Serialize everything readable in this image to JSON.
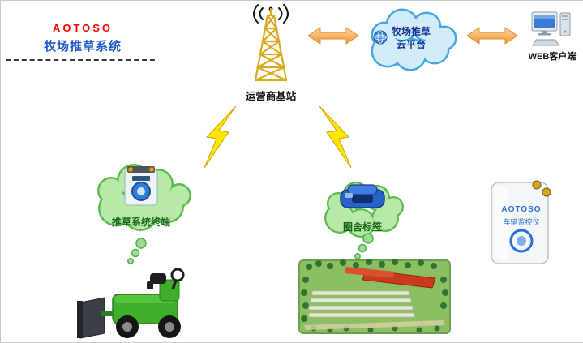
{
  "header": {
    "brand": "AOTOSO",
    "title": "牧场推草系统"
  },
  "top": {
    "base_station": {
      "label": "运营商基站"
    },
    "cloud": {
      "line1": "牧场推草",
      "line2": "云平台"
    },
    "web_client": {
      "label": "WEB客户端"
    }
  },
  "middle": {
    "terminal": {
      "label": "推草系统终端"
    },
    "pen_tag": {
      "label": "圈舍标签"
    },
    "vehicle_monitor": {
      "brand": "AOTOSO",
      "label": "车辆监控仪"
    }
  },
  "icons": {
    "base_station": "cell-tower",
    "cloud_platform": "cloud",
    "globe": "globe",
    "web_client": "desktop-computer",
    "link": "double-arrow",
    "wireless_link": "lightning-bolt",
    "thought_trail": "dots"
  },
  "colors": {
    "brand_red": "#ff0000",
    "title_blue": "#1f5ac8",
    "cloud_fill": "#d2ecfa",
    "cloud_stroke": "#46a6df",
    "cloud_text": "#16338f",
    "arrow_orange": "#f0932e",
    "lightning_yellow": "#ffe500",
    "green_cloud_fill": "#b7eaa9",
    "green_cloud_stroke": "#5cb94e",
    "green_label": "#166616",
    "tower_gold": "#d9a91f",
    "vehicle_green": "#3fae2a",
    "roof_red": "#c93a1e",
    "device_blue": "#2b6fd4"
  }
}
